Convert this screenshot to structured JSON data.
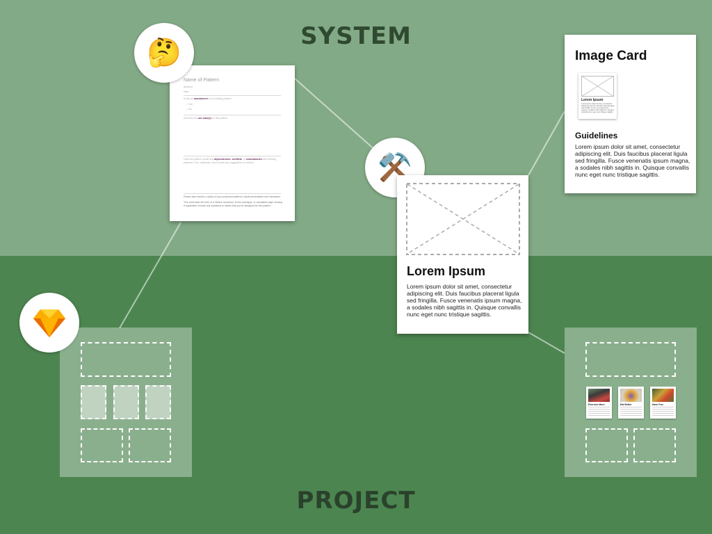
{
  "labels": {
    "system": "SYSTEM",
    "project": "PROJECT"
  },
  "colors": {
    "system_bg": "#83aa86",
    "project_bg": "#4c8550",
    "label_text": "#2f4a31",
    "wire_panel": "#9db7a0"
  },
  "icons": {
    "thinking": "🤔",
    "tools": "⚒️",
    "sketch": "sketch-diamond-icon"
  },
  "form_doc": {
    "title": "Name of Pattern",
    "meta1": "Sponsor",
    "meta2": "Date",
    "q1_pre": "Is this an ",
    "q1_bold": "amendment",
    "q1_post": " to an existing pattern?",
    "yes": "Yes",
    "no": "No",
    "q2_pre": "Describe the ",
    "q2_bold": "use case(s)",
    "q2_post": " for this pattern.",
    "q3_pre": "Does the pattern create any ",
    "q3_b1": "dependencies",
    "q3_mid1": ", ",
    "q3_b2": "conflicts",
    "q3_mid2": ", or ",
    "q3_b3": "redundancies",
    "q3_post": " with existing patterns? If so, elaborate, and include any suggestions to resolve.",
    "note1": "Please also include a option of your proposed pattern's visual presentation and interaction.",
    "note2": "This could take the form of a Sketch document, Axure prototype, or annotated page mockup. If applicable, include any variations or states that you've designed for this pattern."
  },
  "image_card": {
    "title": "Image Card",
    "thumb_title": "Lorem Ipsum",
    "thumb_text": "Lorem ipsum dolor sit amet, consectetur adipiscing elit. Duis faucibus placerat ligula sed fringilla. Fusce venenatis ipsum magna, a sodales nibh sagittis in. Quisque convallis nunc eget nunc tristique sagittis.",
    "guidelines_title": "Guidelines",
    "guidelines_text": "Lorem ipsum dolor sit amet, consectetur adipiscing elit. Duis faucibus placerat ligula sed fringilla. Fusce venenatis ipsum magna, a sodales nibh sagittis in. Quisque convallis nunc eget nunc tristique sagittis."
  },
  "lorem_card": {
    "title": "Lorem Ipsum",
    "text": "Lorem ipsum dolor sit amet, consectetur adipiscing elit. Duis faucibus placerat ligula sed fringilla. Fusce venenatis ipsum magna, a sodales nibh sagittis in. Quisque convallis nunc eget nunc tristique sagittis."
  },
  "mini_cards": [
    "Exercise More",
    "Eat Better",
    "Have Fun"
  ]
}
